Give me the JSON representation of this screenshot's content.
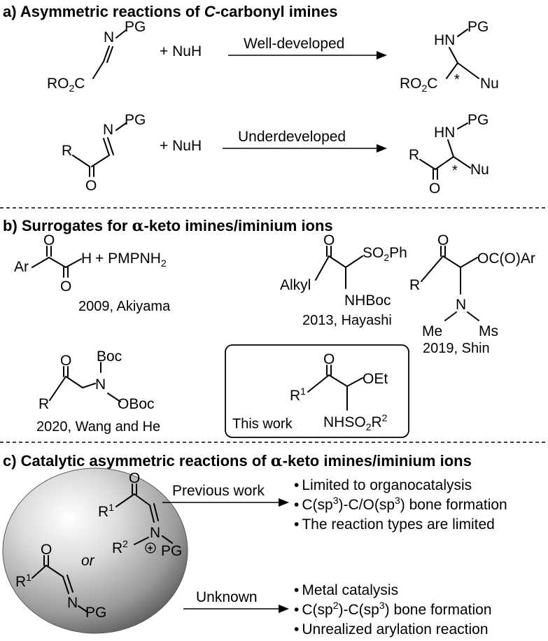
{
  "section_a": {
    "title_pre": "a) Asymmetric reactions of ",
    "title_it": "C",
    "title_post": "-carbonyl imines",
    "row1": {
      "reagent": "+ NuH",
      "arrow": "Well-developed"
    },
    "row2": {
      "reagent": "+ NuH",
      "arrow": "Underdeveloped"
    },
    "atoms": {
      "N": "N",
      "PG": "PG",
      "HN": "HN",
      "Nu": "Nu",
      "star": "*",
      "RO": "RO",
      "two": "2",
      "C": "C",
      "R": "R",
      "O": "O"
    }
  },
  "section_b": {
    "title_pre": "b) Surrogates for ",
    "title_alpha": "α",
    "title_post": "-keto imines/iminium ions",
    "akiyama": {
      "ar": "Ar",
      "h": "H",
      "reagent": "+ PMPNH",
      "reagent_sub": "2",
      "ref": "2009, Akiyama"
    },
    "hayashi": {
      "alkyl": "Alkyl",
      "so2ph_a": "SO",
      "so2ph_sub": "2",
      "so2ph_b": "Ph",
      "nhboc": "NHBoc",
      "ref": "2013, Hayashi"
    },
    "shin": {
      "r": "R",
      "ester": "OC(O)Ar",
      "n": "N",
      "me": "Me",
      "ms": "Ms",
      "ref": "2019, Shin"
    },
    "wang": {
      "r": "R",
      "n": "N",
      "boc": "Boc",
      "oboc": "OBoc",
      "ref": "2020, Wang and He"
    },
    "this_work": {
      "r": "R",
      "r_sup": "1",
      "oet": "OEt",
      "nhso": "NHSO",
      "sub2": "2",
      "r2": "R",
      "r2_sup": "2",
      "label": "This work"
    }
  },
  "section_c": {
    "title_pre": "c) Catalytic asymmetric reactions of ",
    "title_alpha": "α",
    "title_post": "-keto imines/iminium ions",
    "sphere": {
      "or": "or",
      "r1": "R",
      "sup1": "1",
      "r2": "R",
      "sup2": "2",
      "pg": "PG",
      "n": "N",
      "o": "O",
      "plus": "+"
    },
    "previous": {
      "arrow": "Previous work",
      "bullets": [
        "Limited to organocatalysis",
        "C(sp3)-C/O(sp3) bone formation",
        "The reaction types are limited"
      ]
    },
    "unknown": {
      "arrow": "Unknown",
      "bullets": [
        "Metal catalysis",
        "C(sp2)-C(sp3) bone formation",
        "Unrealized arylation reaction"
      ]
    }
  }
}
